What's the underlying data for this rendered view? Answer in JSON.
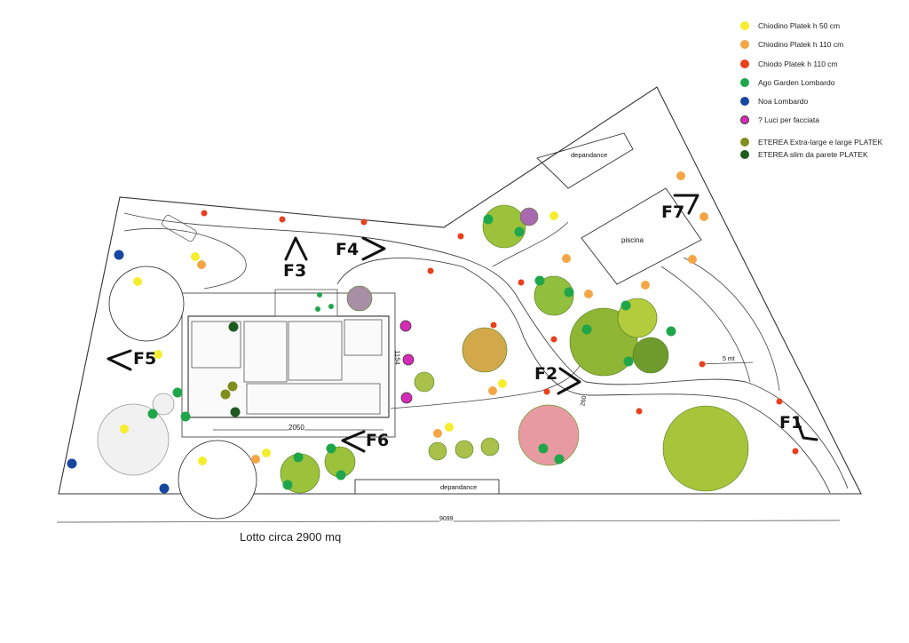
{
  "legend": [
    {
      "label": "Chiodino Platek h 50 cm",
      "color": "#f4ee2e"
    },
    {
      "label": "Chiodino Platek h 110 cm",
      "color": "#f4a646"
    },
    {
      "label": "Chiodo Platek h 110 cm",
      "color": "#e8401c"
    },
    {
      "label": "Ago Garden Lombardo",
      "color": "#1fa64a"
    },
    {
      "label": "Noa Lombardo",
      "color": "#1746a0"
    },
    {
      "label": "?  Luci per facciata",
      "color": "#d62bb6"
    },
    {
      "label": "ETEREA Extra-large e large PLATEK",
      "color": "#7f8f1e"
    },
    {
      "label": "ETEREA slim da parete        PLATEK",
      "color": "#1c5a1f"
    }
  ],
  "buildings": {
    "dependance_top": "depandance",
    "pool": "piscina",
    "dependance_bottom": "depandance"
  },
  "dimensions": {
    "house_width": "2050",
    "house_depth": "1154",
    "path_width": "260",
    "road_width": "5 mt",
    "lot_width": "9099"
  },
  "views": {
    "f1": "F1",
    "f2": "F2",
    "f3": "F3",
    "f4": "F4",
    "f5": "F5",
    "f6": "F6",
    "f7": "F7"
  },
  "caption": "Lotto circa 2900 mq"
}
